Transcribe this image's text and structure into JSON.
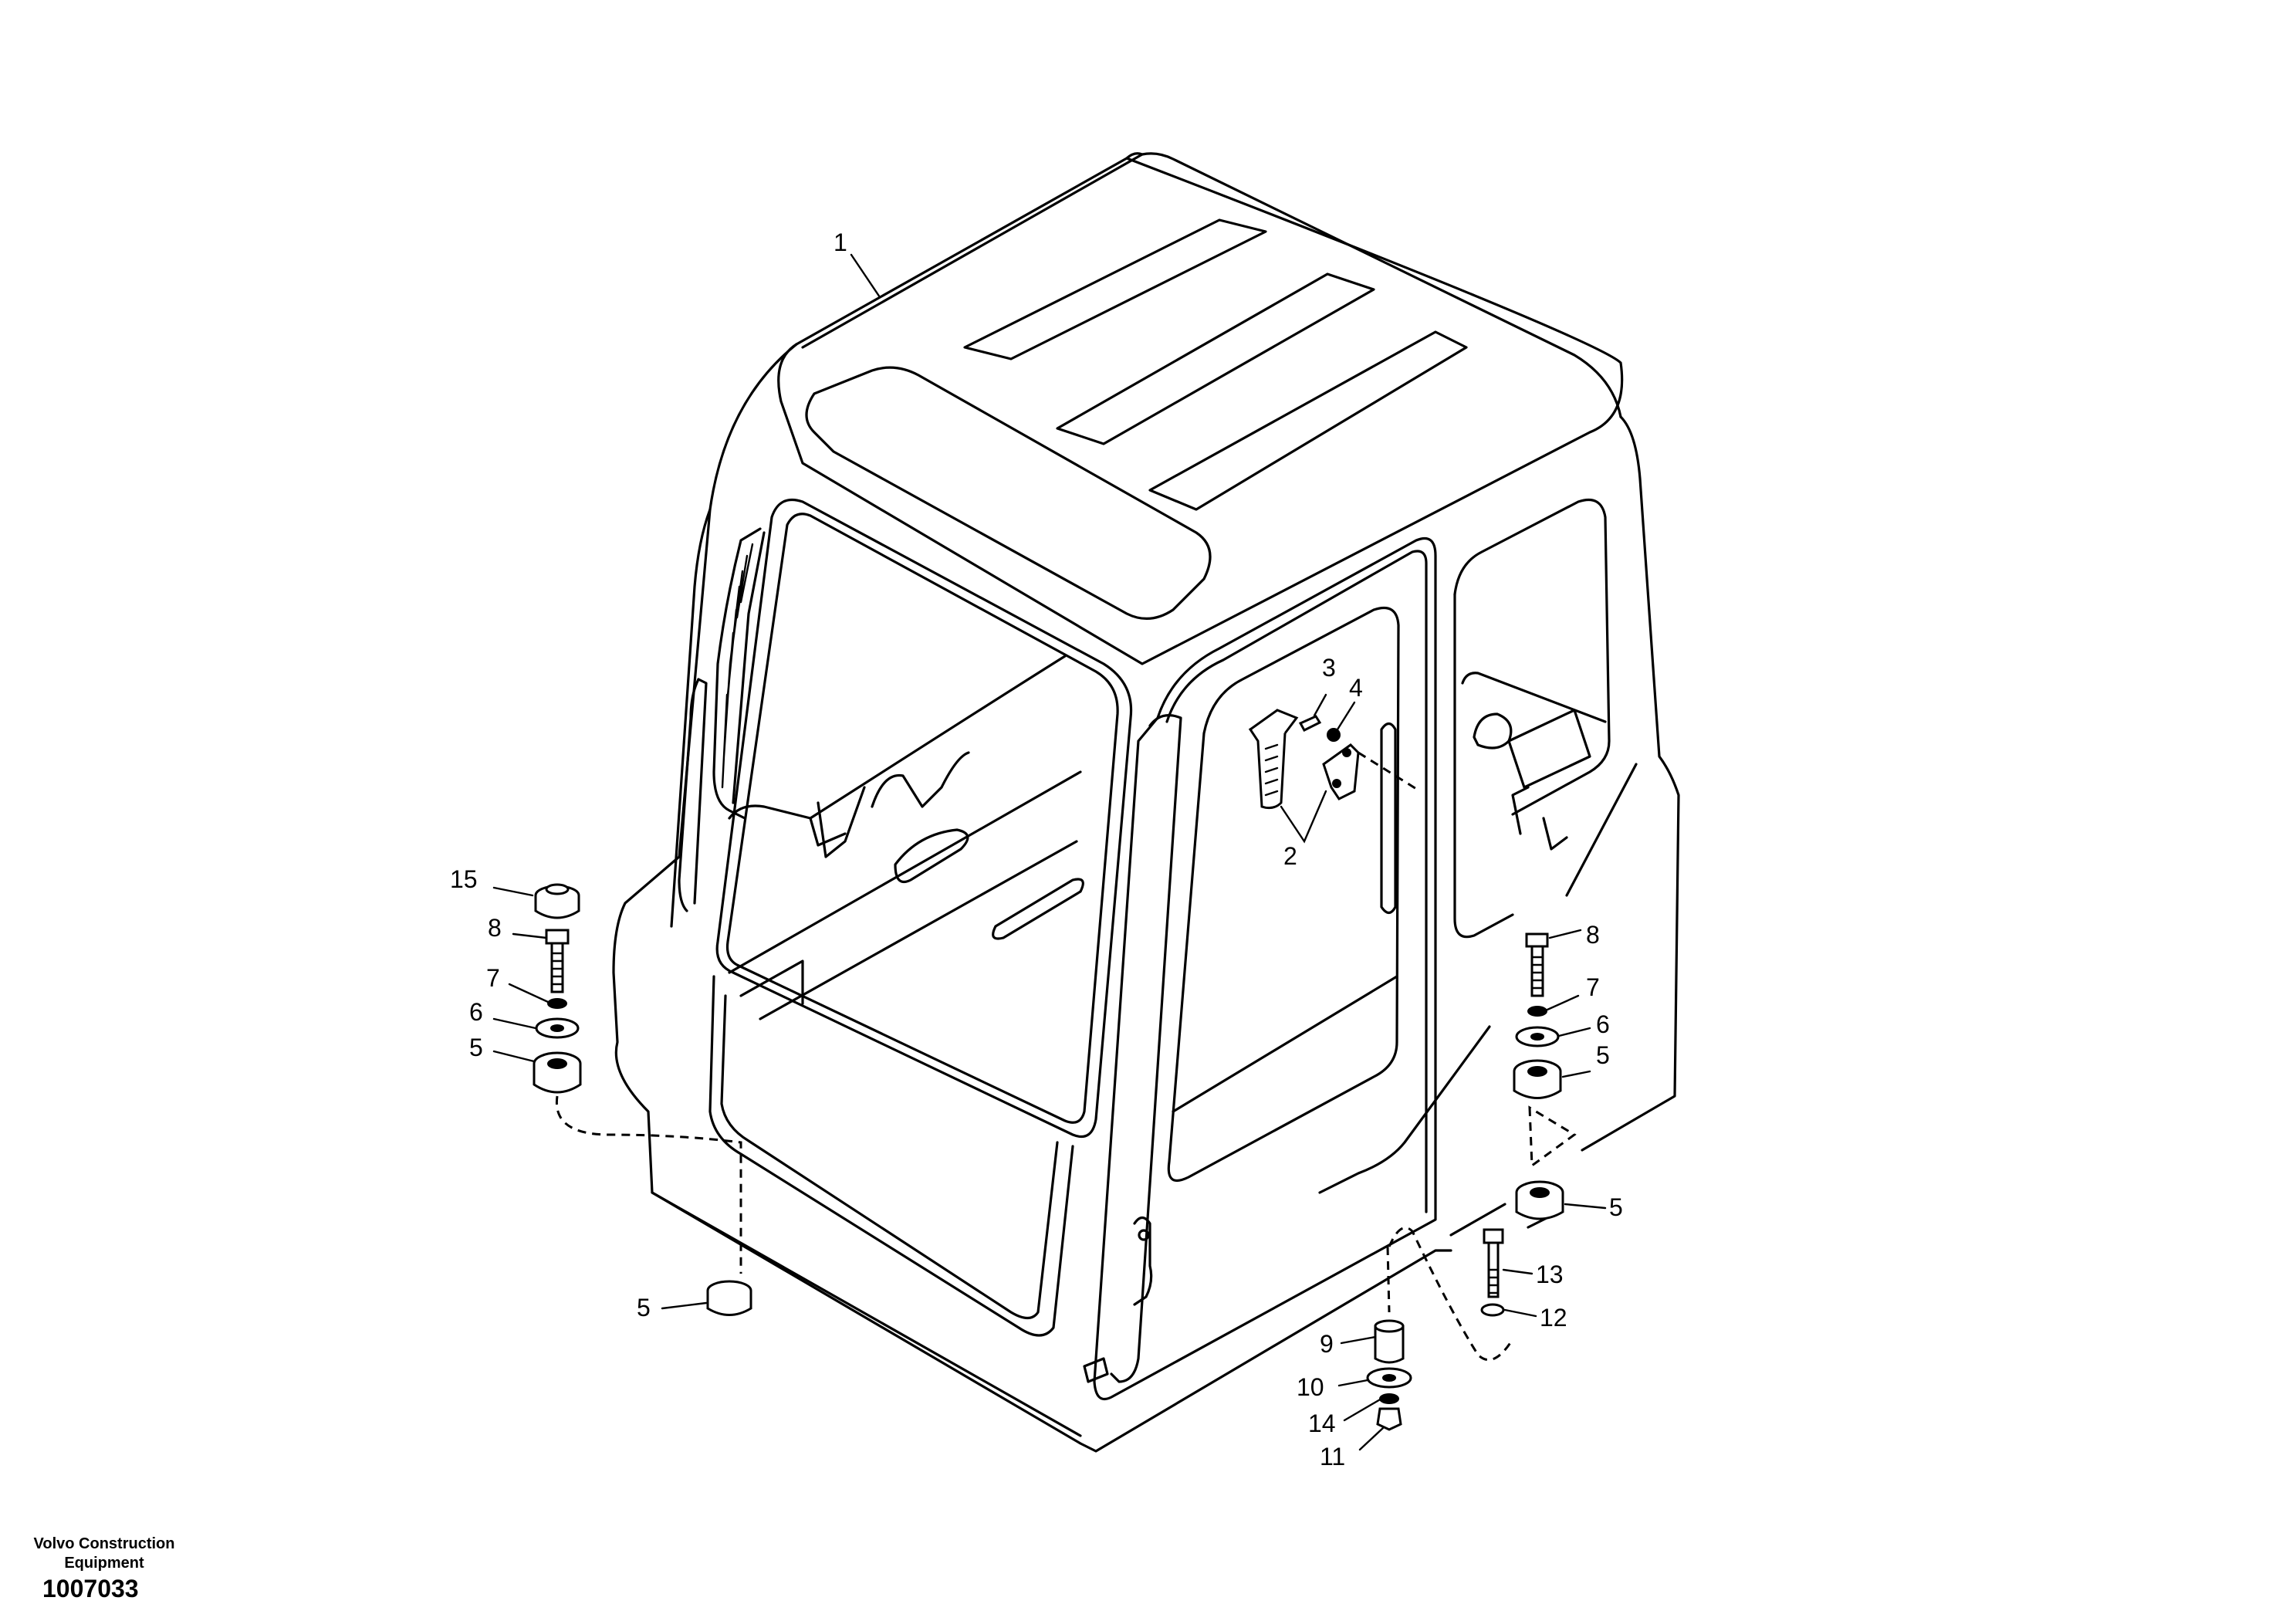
{
  "diagram": {
    "type": "exploded parts diagram",
    "subject": "excavator operator cab with mounting hardware",
    "callouts": [
      "1",
      "2",
      "3",
      "4",
      "15",
      "8",
      "7",
      "6",
      "5",
      "8",
      "7",
      "6",
      "5",
      "5",
      "5",
      "13",
      "12",
      "9",
      "10",
      "14",
      "11"
    ]
  },
  "footer": {
    "manufacturer": "Volvo Construction Equipment",
    "document_number": "1007033"
  }
}
